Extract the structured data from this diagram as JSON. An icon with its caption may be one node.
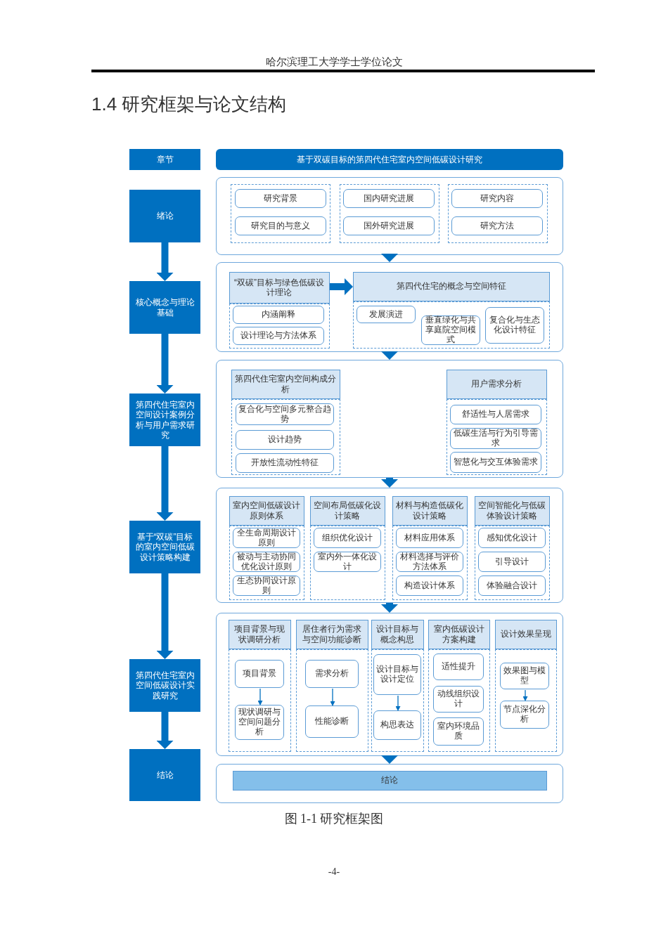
{
  "diagram": {
    "title": "1.4 研究框架与论文结构",
    "caption": "图 1-1 研究框架图",
    "nodes": [
      {
        "text": [
          "章节"
        ]
      },
      {
        "text": [
          "基于双碳目标的第四代住宅室内空间低碳设计研究"
        ]
      },
      {
        "text": [
          "绪论"
        ]
      },
      {
        "text": [
          "核心概念与理论基础"
        ]
      },
      {
        "text": [
          "第四代住宅室内空间设计案例分析与用户需求研究"
        ]
      },
      {
        "text": [
          "基于“双碳”目标的室内空间低碳设计策略构建"
        ]
      },
      {
        "text": [
          "第四代住宅室内空间低碳设计实践研究"
        ]
      },
      {
        "text": [
          "结论"
        ]
      },
      {
        "text": [],
        "shape": "box"
      },
      {
        "text": [],
        "shape": "box",
        "in": 8
      },
      {
        "text": [
          "研究背景"
        ],
        "in": 9
      },
      {
        "text": [
          "研究目的与意义"
        ],
        "in": 9
      },
      {
        "text": [],
        "shape": "box",
        "in": 8
      },
      {
        "text": [
          "国内研究进展"
        ],
        "in": 12
      },
      {
        "text": [
          "国外研究进展"
        ],
        "in": 12
      },
      {
        "text": [],
        "shape": "box",
        "in": 8
      },
      {
        "text": [
          "研究内容"
        ],
        "in": 15
      },
      {
        "text": [
          "研究方法"
        ],
        "in": 15
      },
      {
        "text": [],
        "shape": "box"
      },
      {
        "text": [
          "“双碳”目标与绿色低碳设计理论"
        ],
        "in": 18
      },
      {
        "text": [],
        "shape": "box",
        "in": 18
      },
      {
        "text": [
          "内涵阐释"
        ],
        "in": 20
      },
      {
        "text": [
          "设计理论与方法体系"
        ],
        "in": 20
      },
      {
        "text": [
          "第四代住宅的概念与空间特征"
        ],
        "in": 18
      },
      {
        "text": [],
        "shape": "box",
        "in": 18
      },
      {
        "text": [
          "发展演进"
        ],
        "in": 24
      },
      {
        "text": [
          "垂直绿化与共享庭院空间模式"
        ],
        "in": 24
      },
      {
        "text": [
          "复合化与生态化设计特征"
        ],
        "in": 24
      },
      {
        "text": [],
        "shape": "box"
      },
      {
        "text": [
          "第四代住宅室内空间构成分析"
        ],
        "in": 28
      },
      {
        "text": [],
        "shape": "box",
        "in": 28
      },
      {
        "text": [
          "复合化与空间多元整合趋势"
        ],
        "in": 30
      },
      {
        "text": [
          "设计趋势"
        ],
        "in": 30
      },
      {
        "text": [
          "开放性流动性特征"
        ],
        "in": 30
      },
      {
        "text": [
          "用户需求分析"
        ],
        "in": 28
      },
      {
        "text": [],
        "shape": "box",
        "in": 28
      },
      {
        "text": [
          "舒适性与人居需求"
        ],
        "in": 35
      },
      {
        "text": [
          "低碳生活与行为引导需求"
        ],
        "in": 35
      },
      {
        "text": [
          "智慧化与交互体验需求"
        ],
        "in": 35
      },
      {
        "text": [],
        "shape": "box"
      },
      {
        "text": [
          "室内空间低碳设计原则体系"
        ],
        "in": 39
      },
      {
        "text": [],
        "shape": "box",
        "in": 39
      },
      {
        "text": [
          "全生命周期设计原则"
        ],
        "in": 41
      },
      {
        "text": [
          "被动与主动协同优化设计原则"
        ],
        "in": 41
      },
      {
        "text": [
          "生态协同设计原则"
        ],
        "in": 41
      },
      {
        "text": [
          "空间布局低碳化设计策略"
        ],
        "in": 39
      },
      {
        "text": [],
        "shape": "box",
        "in": 39
      },
      {
        "text": [
          "组织优化设计"
        ],
        "in": 46
      },
      {
        "text": [
          "室内外一体化设计"
        ],
        "in": 46
      },
      {
        "text": [
          "材料与构造低碳化设计策略"
        ],
        "in": 39
      },
      {
        "text": [],
        "shape": "box",
        "in": 39
      },
      {
        "text": [
          "材料应用体系"
        ],
        "in": 50
      },
      {
        "text": [
          "材料选择与评价方法体系"
        ],
        "in": 50
      },
      {
        "text": [
          "构造设计体系"
        ],
        "in": 50
      },
      {
        "text": [
          "空间智能化与低碳体验设计策略"
        ],
        "in": 39
      },
      {
        "text": [],
        "shape": "box",
        "in": 39
      },
      {
        "text": [
          "感知优化设计"
        ],
        "in": 55
      },
      {
        "text": [
          "引导设计"
        ],
        "in": 55
      },
      {
        "text": [
          "体验融合设计"
        ],
        "in": 55
      },
      {
        "text": [],
        "shape": "box"
      },
      {
        "text": [
          "项目背景与现状调研分析"
        ],
        "in": 59
      },
      {
        "text": [],
        "shape": "box",
        "in": 59
      },
      {
        "text": [
          "项目背景"
        ],
        "in": 61
      },
      {
        "text": [
          "现状调研与空间问题分析"
        ],
        "in": 61
      },
      {
        "text": [
          "居住者行为需求与空间功能诊断"
        ],
        "in": 59
      },
      {
        "text": [],
        "shape": "box",
        "in": 59
      },
      {
        "text": [
          "需求分析"
        ],
        "in": 65
      },
      {
        "text": [
          "性能诊断"
        ],
        "in": 65
      },
      {
        "text": [
          "设计目标与概念构思"
        ],
        "in": 59
      },
      {
        "text": [],
        "shape": "box",
        "in": 59
      },
      {
        "text": [
          "设计目标与设计定位"
        ],
        "in": 69
      },
      {
        "text": [
          "构思表达"
        ],
        "in": 69
      },
      {
        "text": [
          "室内低碳设计方案构建"
        ],
        "in": 59
      },
      {
        "text": [],
        "shape": "box",
        "in": 59
      },
      {
        "text": [
          "适性提升"
        ],
        "in": 73
      },
      {
        "text": [
          "动线组织设计"
        ],
        "in": 73
      },
      {
        "text": [
          "室内环境品质"
        ],
        "in": 73
      },
      {
        "text": [
          "设计效果呈现"
        ],
        "in": 59
      },
      {
        "text": [],
        "shape": "box",
        "in": 59
      },
      {
        "text": [
          "效果图与模型"
        ],
        "in": 78
      },
      {
        "text": [
          "节点深化分析"
        ],
        "in": 78
      },
      {
        "text": [],
        "shape": "box"
      },
      {
        "text": [
          "结论"
        ],
        "in": 81
      }
    ],
    "edges": [
      {
        "from": 2,
        "to": 3,
        "arrow": "to"
      },
      {
        "from": 3,
        "to": 4,
        "arrow": "to"
      },
      {
        "from": 4,
        "to": 5,
        "arrow": "to"
      },
      {
        "from": 5,
        "to": 6,
        "arrow": "to"
      },
      {
        "from": 6,
        "to": 7,
        "arrow": "to"
      },
      {
        "from": 8,
        "to": 18,
        "arrow": "to"
      },
      {
        "from": 18,
        "to": 28,
        "arrow": "to"
      },
      {
        "from": 28,
        "to": 39,
        "arrow": "to"
      },
      {
        "from": 39,
        "to": 59,
        "arrow": "to"
      },
      {
        "from": 59,
        "to": 81,
        "arrow": "to"
      },
      {
        "from": 19,
        "to": 23,
        "arrow": "to"
      },
      {
        "from": 62,
        "to": 63,
        "arrow": "to"
      },
      {
        "from": 66,
        "to": 67,
        "arrow": "to"
      },
      {
        "from": 70,
        "to": 71,
        "arrow": "to"
      },
      {
        "from": 79,
        "to": 80,
        "arrow": "to"
      }
    ],
    "labels": [
      "哈尔滨理工大学学士学位论文",
      "-4-"
    ]
  }
}
